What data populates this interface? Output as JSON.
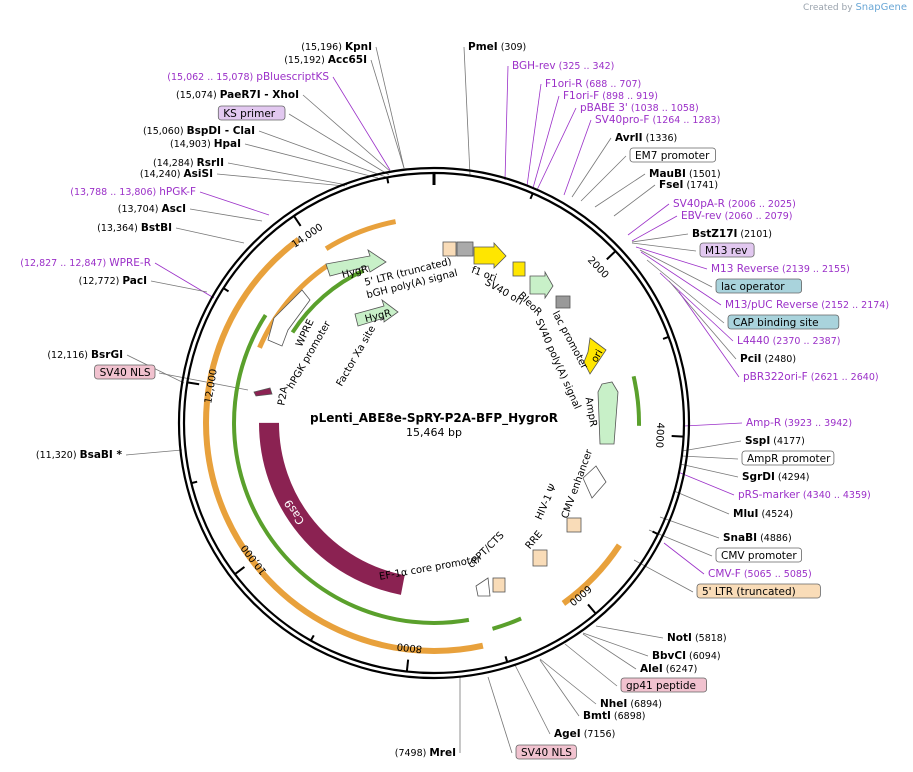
{
  "header": {
    "credit_prefix": "Created by",
    "credit_brand": "SnapGene"
  },
  "map": {
    "name": "pLenti_ABE8e-SpRY-P2A-BFP_HygroR",
    "length": "15,464 bp",
    "total_bp": 15464,
    "ticks": [
      "2000",
      "4000",
      "6000",
      "8000",
      "10,000",
      "12,000",
      "14,000"
    ]
  },
  "colors": {
    "enzyme": "#000000",
    "primer": "#9b30c8",
    "cas9": "#8b2252",
    "orange": "#e8a13c",
    "green": "#5aa02c",
    "hygr": "#c8f0c8",
    "ori": "#ffe600",
    "purple_box": "#e2c8f0",
    "blue_box": "#a9d3dc",
    "pink_box": "#f1c2cf",
    "peach_box": "#f9dcb8"
  },
  "labels": [
    {
      "kind": "enzyme",
      "name": "KpnI",
      "pos": "(15,196)"
    },
    {
      "kind": "enzyme",
      "name": "Acc65I",
      "pos": "(15,192)"
    },
    {
      "kind": "primer",
      "name": "pBluescriptKS",
      "pos": "(15,062 .. 15,078)"
    },
    {
      "kind": "enzyme",
      "name": "PaeR7I  - XhoI",
      "pos": "(15,074)"
    },
    {
      "kind": "feature",
      "name": "KS primer",
      "color": "purple"
    },
    {
      "kind": "enzyme",
      "name": "BspDI  - ClaI",
      "pos": "(15,060)"
    },
    {
      "kind": "enzyme",
      "name": "HpaI",
      "pos": "(14,903)"
    },
    {
      "kind": "enzyme",
      "name": "RsrII",
      "pos": "(14,284)"
    },
    {
      "kind": "enzyme",
      "name": "AsiSI",
      "pos": "(14,240)"
    },
    {
      "kind": "primer",
      "name": "hPGK-F",
      "pos": "(13,788 .. 13,806)"
    },
    {
      "kind": "enzyme",
      "name": "AscI",
      "pos": "(13,704)"
    },
    {
      "kind": "enzyme",
      "name": "BstBI",
      "pos": "(13,364)"
    },
    {
      "kind": "primer",
      "name": "WPRE-R",
      "pos": "(12,827 .. 12,847)"
    },
    {
      "kind": "enzyme",
      "name": "PacI",
      "pos": "(12,772)"
    },
    {
      "kind": "enzyme",
      "name": "BsrGI",
      "pos": "(12,116)"
    },
    {
      "kind": "feature",
      "name": "SV40 NLS",
      "color": "pink"
    },
    {
      "kind": "enzyme",
      "name": "BsaBI  *",
      "pos": "(11,320)"
    },
    {
      "kind": "enzyme",
      "name": "PmeI",
      "pos": "(309)"
    },
    {
      "kind": "primer",
      "name": "BGH-rev",
      "pos": "(325 .. 342)"
    },
    {
      "kind": "primer",
      "name": "F1ori-R",
      "pos": "(688 .. 707)"
    },
    {
      "kind": "primer",
      "name": "F1ori-F",
      "pos": "(898 .. 919)"
    },
    {
      "kind": "primer",
      "name": "pBABE 3'",
      "pos": "(1038 .. 1058)"
    },
    {
      "kind": "primer",
      "name": "SV40pro-F",
      "pos": "(1264 .. 1283)"
    },
    {
      "kind": "enzyme",
      "name": "AvrII",
      "pos": "(1336)"
    },
    {
      "kind": "feature",
      "name": "EM7 promoter",
      "color": "white"
    },
    {
      "kind": "enzyme",
      "name": "MauBI",
      "pos": "(1501)"
    },
    {
      "kind": "enzyme",
      "name": "FseI",
      "pos": "(1741)"
    },
    {
      "kind": "primer",
      "name": "SV40pA-R",
      "pos": "(2006 .. 2025)"
    },
    {
      "kind": "primer",
      "name": "EBV-rev",
      "pos": "(2060 .. 2079)"
    },
    {
      "kind": "enzyme",
      "name": "BstZ17I",
      "pos": "(2101)"
    },
    {
      "kind": "feature",
      "name": "M13 rev",
      "color": "purple"
    },
    {
      "kind": "primer",
      "name": "M13 Reverse",
      "pos": "(2139 .. 2155)"
    },
    {
      "kind": "feature",
      "name": "lac operator",
      "color": "blue"
    },
    {
      "kind": "primer",
      "name": "M13/pUC Reverse",
      "pos": "(2152 .. 2174)"
    },
    {
      "kind": "feature",
      "name": "CAP binding site",
      "color": "blue"
    },
    {
      "kind": "primer",
      "name": "L4440",
      "pos": "(2370 .. 2387)"
    },
    {
      "kind": "enzyme",
      "name": "PciI",
      "pos": "(2480)"
    },
    {
      "kind": "primer",
      "name": "pBR322ori-F",
      "pos": "(2621 .. 2640)"
    },
    {
      "kind": "primer",
      "name": "Amp-R",
      "pos": "(3923 .. 3942)"
    },
    {
      "kind": "enzyme",
      "name": "SspI",
      "pos": "(4177)"
    },
    {
      "kind": "feature",
      "name": "AmpR promoter",
      "color": "white"
    },
    {
      "kind": "enzyme",
      "name": "SgrDI",
      "pos": "(4294)"
    },
    {
      "kind": "primer",
      "name": "pRS-marker",
      "pos": "(4340 .. 4359)"
    },
    {
      "kind": "enzyme",
      "name": "MluI",
      "pos": "(4524)"
    },
    {
      "kind": "enzyme",
      "name": "SnaBI",
      "pos": "(4886)"
    },
    {
      "kind": "feature",
      "name": "CMV promoter",
      "color": "white"
    },
    {
      "kind": "primer",
      "name": "CMV-F",
      "pos": "(5065 .. 5085)"
    },
    {
      "kind": "feature",
      "name": "5' LTR (truncated)",
      "color": "peach"
    },
    {
      "kind": "enzyme",
      "name": "NotI",
      "pos": "(5818)"
    },
    {
      "kind": "enzyme",
      "name": "BbvCI",
      "pos": "(6094)"
    },
    {
      "kind": "enzyme",
      "name": "AleI",
      "pos": "(6247)"
    },
    {
      "kind": "feature",
      "name": "gp41 peptide",
      "color": "pink"
    },
    {
      "kind": "enzyme",
      "name": "NheI",
      "pos": "(6894)"
    },
    {
      "kind": "enzyme",
      "name": "BmtI",
      "pos": "(6898)"
    },
    {
      "kind": "enzyme",
      "name": "AgeI",
      "pos": "(7156)"
    },
    {
      "kind": "enzyme",
      "name": "MreI",
      "pos": "(7498)"
    },
    {
      "kind": "feature",
      "name": "SV40 NLS",
      "color": "pink"
    }
  ],
  "inner_features": [
    "HygR",
    "HygR",
    "5' LTR (truncated)",
    "bGH poly(A) signal",
    "f1 ori",
    "SV40 ori",
    "BleoR",
    "lac promoter",
    "SV40 poly(A) signal",
    "ori",
    "AmpR",
    "CMV enhancer",
    "HIV-1 Ψ",
    "RRE",
    "cPPT/CTS",
    "EF-1α core promoter",
    "Cas9",
    "P2A",
    "WPRE",
    "hPGK promoter",
    "Factor Xa site"
  ]
}
